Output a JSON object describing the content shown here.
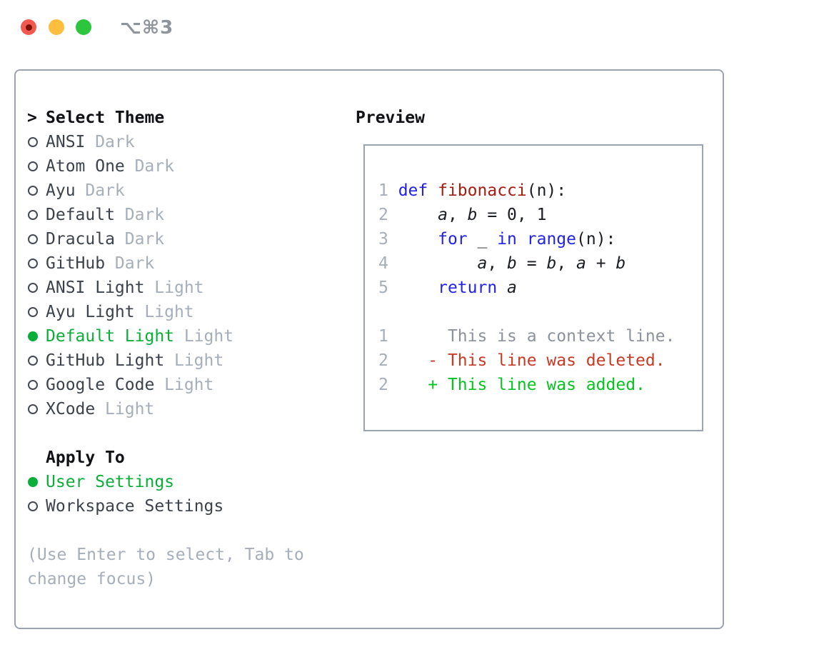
{
  "window": {
    "title": "⌥⌘3",
    "traffic_lights": [
      "close",
      "minimize",
      "zoom"
    ]
  },
  "theme_list": {
    "pointer": ">",
    "title": "Select Theme",
    "items": [
      {
        "label": "ANSI",
        "tag": "Dark",
        "selected": false
      },
      {
        "label": "Atom One",
        "tag": "Dark",
        "selected": false
      },
      {
        "label": "Ayu",
        "tag": "Dark",
        "selected": false
      },
      {
        "label": "Default",
        "tag": "Dark",
        "selected": false
      },
      {
        "label": "Dracula",
        "tag": "Dark",
        "selected": false
      },
      {
        "label": "GitHub",
        "tag": "Dark",
        "selected": false
      },
      {
        "label": "ANSI Light",
        "tag": "Light",
        "selected": false
      },
      {
        "label": "Ayu Light",
        "tag": "Light",
        "selected": false
      },
      {
        "label": "Default Light",
        "tag": "Light",
        "selected": true
      },
      {
        "label": "GitHub Light",
        "tag": "Light",
        "selected": false
      },
      {
        "label": "Google Code",
        "tag": "Light",
        "selected": false
      },
      {
        "label": "XCode",
        "tag": "Light",
        "selected": false
      }
    ]
  },
  "apply_to": {
    "title": "Apply To",
    "items": [
      {
        "label": "User Settings",
        "selected": true
      },
      {
        "label": "Workspace Settings",
        "selected": false
      }
    ]
  },
  "help_text": "(Use Enter to select, Tab to change focus)",
  "preview": {
    "title": "Preview",
    "code_lines": [
      {
        "num": "1",
        "tokens": [
          {
            "t": "def",
            "s": "kw"
          },
          {
            "t": " ",
            "s": "pl"
          },
          {
            "t": "fibonacci",
            "s": "fn"
          },
          {
            "t": "(n):",
            "s": "pl"
          }
        ]
      },
      {
        "num": "2",
        "tokens": [
          {
            "t": "    ",
            "s": "pl"
          },
          {
            "t": "a",
            "s": "var"
          },
          {
            "t": ", ",
            "s": "pl"
          },
          {
            "t": "b",
            "s": "var"
          },
          {
            "t": " = 0, 1",
            "s": "pl"
          }
        ]
      },
      {
        "num": "3",
        "tokens": [
          {
            "t": "    ",
            "s": "pl"
          },
          {
            "t": "for",
            "s": "kw"
          },
          {
            "t": " _ ",
            "s": "pl"
          },
          {
            "t": "in",
            "s": "kw"
          },
          {
            "t": " ",
            "s": "pl"
          },
          {
            "t": "range",
            "s": "kw"
          },
          {
            "t": "(n):",
            "s": "pl"
          }
        ]
      },
      {
        "num": "4",
        "tokens": [
          {
            "t": "        ",
            "s": "pl"
          },
          {
            "t": "a",
            "s": "var"
          },
          {
            "t": ", ",
            "s": "pl"
          },
          {
            "t": "b",
            "s": "var"
          },
          {
            "t": " = ",
            "s": "pl"
          },
          {
            "t": "b",
            "s": "var"
          },
          {
            "t": ", ",
            "s": "pl"
          },
          {
            "t": "a",
            "s": "var"
          },
          {
            "t": " + ",
            "s": "pl"
          },
          {
            "t": "b",
            "s": "var"
          }
        ]
      },
      {
        "num": "5",
        "tokens": [
          {
            "t": "    ",
            "s": "pl"
          },
          {
            "t": "return",
            "s": "kw"
          },
          {
            "t": " ",
            "s": "pl"
          },
          {
            "t": "a",
            "s": "var"
          }
        ]
      },
      {
        "blank": true
      },
      {
        "num": "1",
        "tokens": [
          {
            "t": "     This is a context line.",
            "s": "ctx"
          }
        ]
      },
      {
        "num": "2",
        "tokens": [
          {
            "t": "   ",
            "s": "pl"
          },
          {
            "t": "- This line was deleted.",
            "s": "del"
          }
        ]
      },
      {
        "num": "2",
        "tokens": [
          {
            "t": "   ",
            "s": "pl"
          },
          {
            "t": "+ This line was added.",
            "s": "add"
          }
        ]
      }
    ]
  },
  "colors": {
    "traffic-red": "#f2594e",
    "traffic-red-dot": "#7b1007",
    "traffic-yellow": "#fcbe3e",
    "traffic-green": "#2cc63e",
    "titlebar-gray": "#8e949c",
    "panel-border": "#9aa3af",
    "header-text": "#101216",
    "item-text": "#3c424b",
    "muted-gray": "#a6aeb9",
    "radio-ring": "#454a52",
    "select-green": "#0bae38",
    "kw-blue": "#2222e8",
    "fn-red": "#a31d10",
    "code-text": "#1a1d21",
    "ctx-gray": "#8b929c",
    "del-red": "#c83a23",
    "add-green": "#06c41f"
  }
}
